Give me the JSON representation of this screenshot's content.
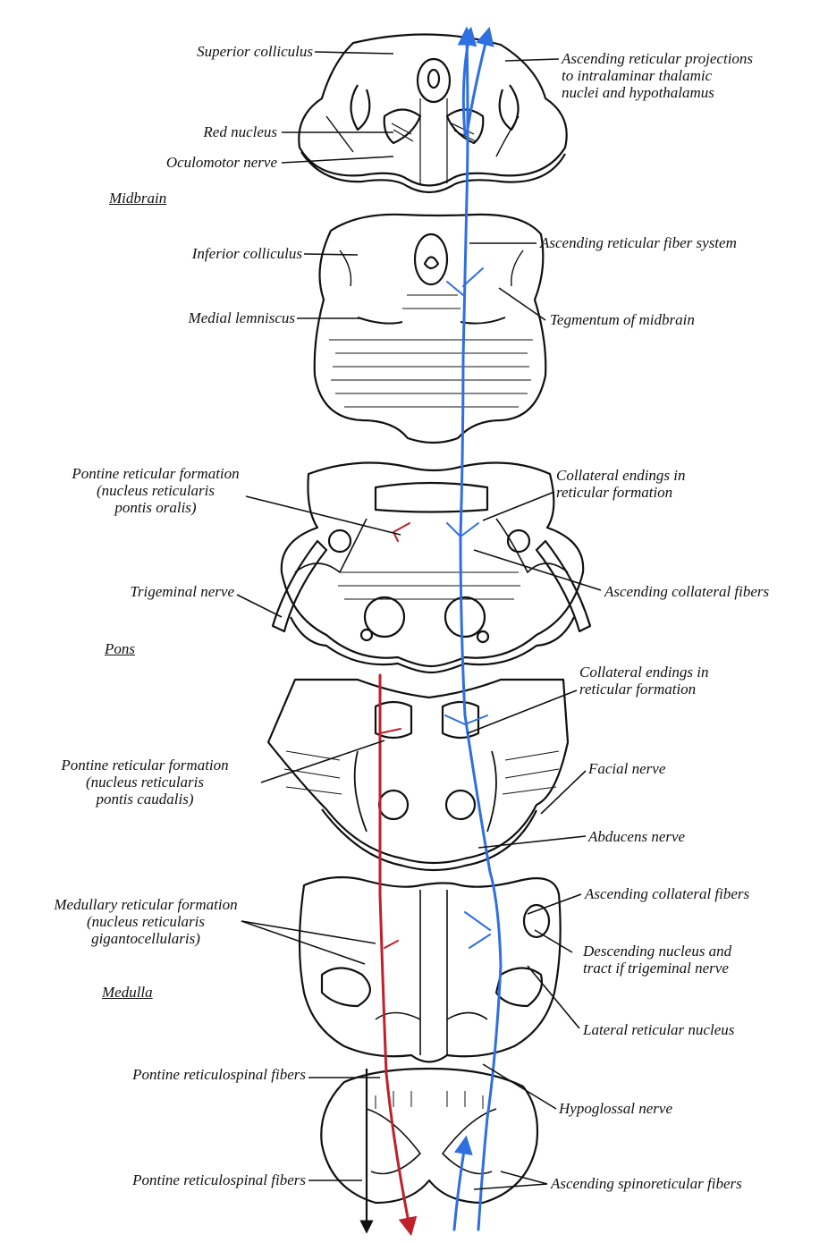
{
  "colors": {
    "ink": "#111111",
    "ascending": "#2f6fe0",
    "descending": "#c0202a"
  },
  "sections": {
    "midbrain": "Midbrain",
    "pons": "Pons",
    "medulla": "Medulla"
  },
  "labels": {
    "superior_colliculus": "Superior colliculus",
    "ascending_reticular_projections": "Ascending reticular projections\nto intralaminar thalamic\nnuclei and hypothalamus",
    "red_nucleus": "Red nucleus",
    "oculomotor_nerve": "Oculomotor nerve",
    "inferior_colliculus": "Inferior colliculus",
    "ascending_reticular_fiber_system": "Ascending reticular fiber system",
    "medial_lemniscus": "Medial lemniscus",
    "tegmentum_of_midbrain": "Tegmentum of midbrain",
    "pontine_rf_oralis": "Pontine reticular formation\n(nucleus reticularis\npontis oralis)",
    "collateral_endings_1": "Collateral endings in\nreticular formation",
    "trigeminal_nerve": "Trigeminal nerve",
    "ascending_collateral_fibers_1": "Ascending collateral fibers",
    "collateral_endings_2": "Collateral endings in\nreticular formation",
    "pontine_rf_caudalis": "Pontine reticular formation\n(nucleus reticularis\npontis caudalis)",
    "facial_nerve": "Facial nerve",
    "abducens_nerve": "Abducens nerve",
    "ascending_collateral_fibers_2": "Ascending collateral fibers",
    "medullary_rf": "Medullary reticular formation\n(nucleus reticularis\ngigantocellularis)",
    "descending_nucleus_trigeminal": "Descending nucleus and\ntract if trigeminal nerve",
    "lateral_reticular_nucleus": "Lateral reticular nucleus",
    "pontine_reticulospinal_1": "Pontine reticulospinal fibers",
    "hypoglossal_nerve": "Hypoglossal nerve",
    "pontine_reticulospinal_2": "Pontine reticulospinal fibers",
    "ascending_spinoreticular": "Ascending spinoreticular fibers"
  }
}
